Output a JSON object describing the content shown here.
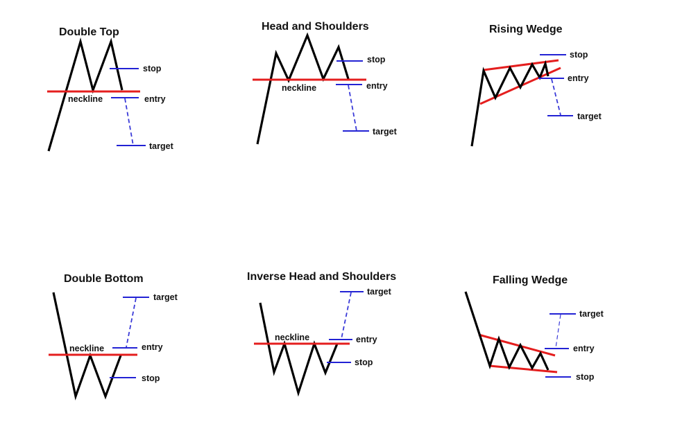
{
  "colors": {
    "price": "#000000",
    "neckline": "#e41e1e",
    "levels": "#2222d4",
    "background": "#ffffff"
  },
  "patterns": {
    "double_top": {
      "title": "Double Top",
      "neckline": "neckline",
      "stop": "stop",
      "entry": "entry",
      "target": "target"
    },
    "head_shoulders": {
      "title": "Head and Shoulders",
      "neckline": "neckline",
      "stop": "stop",
      "entry": "entry",
      "target": "target"
    },
    "rising_wedge": {
      "title": "Rising Wedge",
      "stop": "stop",
      "entry": "entry",
      "target": "target"
    },
    "double_bottom": {
      "title": "Double Bottom",
      "neckline": "neckline",
      "target": "target",
      "entry": "entry",
      "stop": "stop"
    },
    "inverse_head_shoulders": {
      "title": "Inverse Head and Shoulders",
      "neckline": "neckline",
      "target": "target",
      "entry": "entry",
      "stop": "stop"
    },
    "falling_wedge": {
      "title": "Falling Wedge",
      "target": "target",
      "entry": "entry",
      "stop": "stop"
    }
  }
}
